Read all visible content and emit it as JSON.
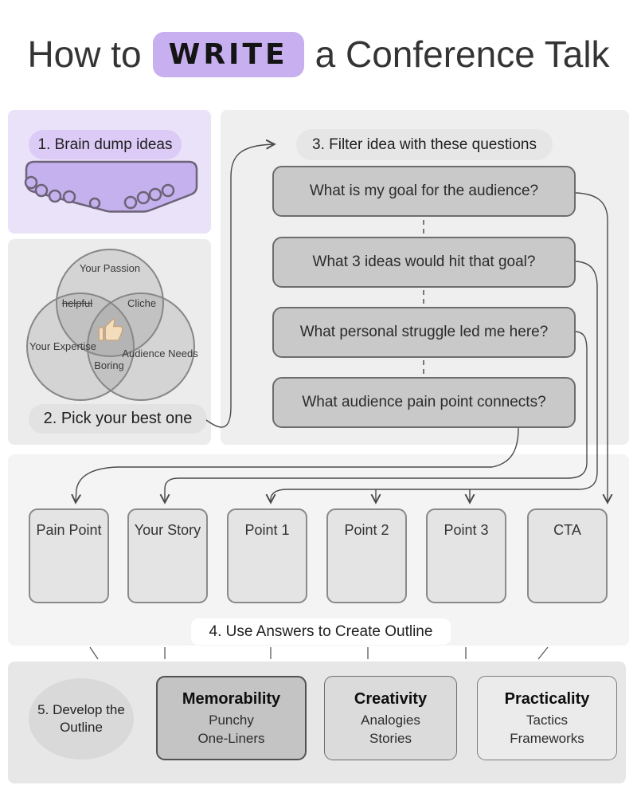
{
  "title": {
    "pre": "How to",
    "highlight": "WRITE",
    "post": "a Conference Talk"
  },
  "steps": {
    "step1": "1. Brain dump ideas",
    "step2": "2. Pick your best one",
    "step3": "3. Filter idea with these questions",
    "step4": "4. Use Answers to Create Outline",
    "step5": "5. Develop the Outline"
  },
  "venn": {
    "top_circle": "Your Passion",
    "left_circle": "Your Expertise",
    "right_circle": "Audience Needs",
    "top_left_overlap": "helpful",
    "top_right_overlap": "Cliche",
    "bottom_overlap": "Boring",
    "center_icon": "thumbs-up"
  },
  "questions": [
    "What is my goal for the audience?",
    "What 3 ideas would hit that goal?",
    "What personal struggle led me here?",
    "What audience pain point connects?"
  ],
  "outline_boxes": [
    "Pain Point",
    "Your Story",
    "Point 1",
    "Point 2",
    "Point 3",
    "CTA"
  ],
  "develop_cards": [
    {
      "title": "Memorability",
      "line1": "Punchy",
      "line2": "One-Liners"
    },
    {
      "title": "Creativity",
      "line1": "Analogies",
      "line2": "Stories"
    },
    {
      "title": "Practicality",
      "line1": "Tactics",
      "line2": "Frameworks"
    }
  ],
  "colors": {
    "accent_purple": "#c7aff0",
    "panel_purple": "#eae2f8",
    "funnel_purple": "#c6b1ef"
  }
}
